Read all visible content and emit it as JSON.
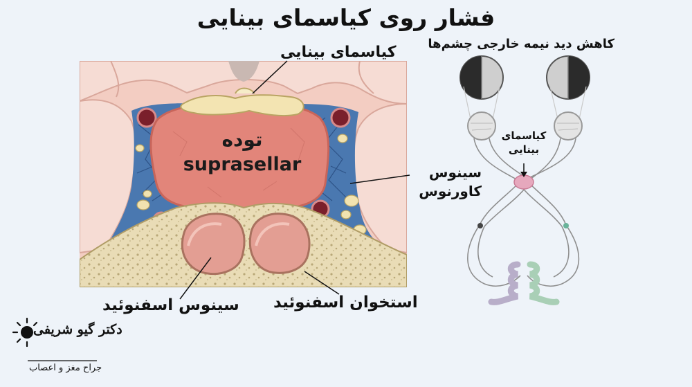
{
  "title": "فشار روی کیاسمای بینایی",
  "anatomy": {
    "chiasm_label": "کیاسمای بینایی",
    "mass_line1": "توده",
    "mass_line2": "suprasellar",
    "cavernous_line1": "سینوس",
    "cavernous_line2": "کاورنوس",
    "sphenoid_sinus": "سینوس اسفنوئید",
    "sphenoid_bone": "استخوان اسفنوئید"
  },
  "visual_pathway": {
    "field_loss_label": "کاهش دید نیمه خارجی چشم‌ها",
    "chiasm_line1": "کیاسمای",
    "chiasm_line2": "بینایی"
  },
  "logo": {
    "name": "دکتر گیو شریفی",
    "subtitle": "جراح مغز و اعصاب"
  },
  "colors": {
    "background": "#eef3f9",
    "mass": "#e2857a",
    "venous_blue": "#4a78b0",
    "bone": "#e9dcb6",
    "brain": "#f1c7bc",
    "chiasm_highlight": "#e6a8bd"
  }
}
